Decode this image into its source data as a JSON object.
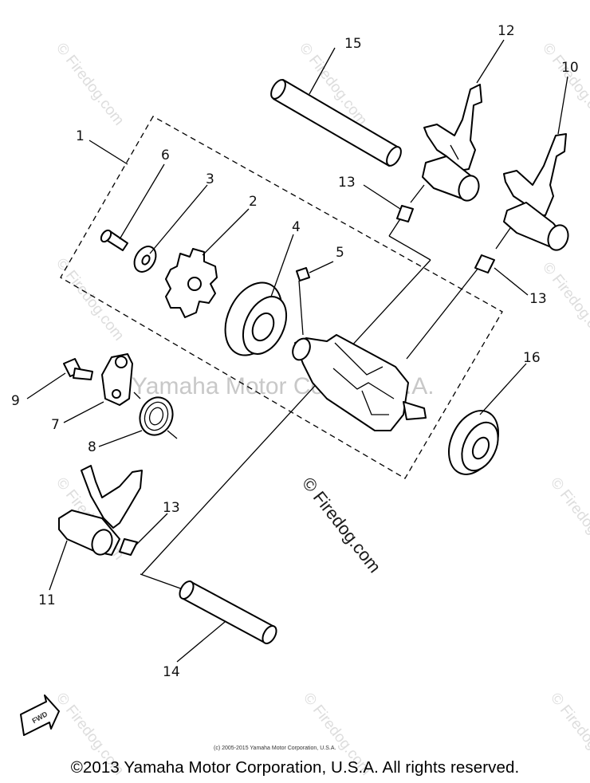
{
  "callouts": {
    "c1": "1",
    "c2": "2",
    "c3": "3",
    "c4": "4",
    "c5": "5",
    "c6": "6",
    "c7": "7",
    "c8": "8",
    "c9": "9",
    "c10": "10",
    "c11": "11",
    "c12": "12",
    "c13a": "13",
    "c13b": "13",
    "c13c": "13",
    "c14": "14",
    "c15": "15",
    "c16": "16"
  },
  "watermarks": {
    "center": "Yamaha Motor Corp., U.S.A.",
    "firedog_main": "© Firedog.com",
    "firedog_tile": "© Firedog.com"
  },
  "fwd_label": "FWD",
  "small_copyright": "(c) 2005-2015 Yamaha Motor Corporation, U.S.A.",
  "copyright": "©2013 Yamaha Motor Corporation, U.S.A. All rights reserved.",
  "colors": {
    "ink": "#000000",
    "watermark": "#c8c8c8",
    "background": "#ffffff"
  }
}
